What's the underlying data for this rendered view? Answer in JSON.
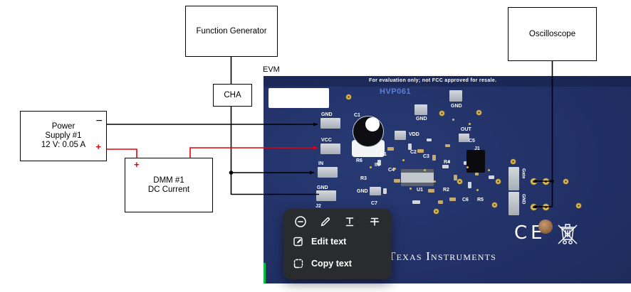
{
  "diagram": {
    "evm_label": "EVM",
    "function_generator": "Function Generator",
    "cha": "CHA",
    "power_supply": {
      "name_line1": "Power",
      "name_line2": "Supply #1",
      "spec": "12 V: 0.05 A",
      "minus": "−",
      "plus": "+"
    },
    "dmm": {
      "name": "DMM #1",
      "mode": "DC Current",
      "plus": "+"
    },
    "oscilloscope": "Oscilloscope"
  },
  "board": {
    "warning": "For evaluation only; not FCC approved for resale.",
    "model": "HVP061",
    "logo": "Texas Instruments",
    "ce_mark": "CE",
    "silkscreen": [
      "GND",
      "VCC",
      "IN",
      "GND",
      "J2",
      "C1",
      "R6",
      "IN",
      "R3",
      "GND",
      "C7",
      "R1",
      "C4",
      "C2",
      "C3",
      "VDD",
      "GND",
      "GND",
      "OUT",
      "C5",
      "J1",
      "R4",
      "R2",
      "U1",
      "C6",
      "R5",
      "Gate",
      "GND"
    ]
  },
  "menu": {
    "toolbar_icons": [
      "circle-minus",
      "pen",
      "text-underline",
      "text-strikethrough"
    ],
    "items": [
      {
        "icon": "edit-box",
        "label": "Edit text"
      },
      {
        "icon": "copy-selection",
        "label": "Copy text"
      }
    ]
  },
  "colors": {
    "board_navy": "#202e62",
    "wire_red": "#e8000d",
    "wire_black": "#000000",
    "silkscreen_white": "#ffffff",
    "model_label_blue": "#5b7fd4",
    "via_gold": "#d9b84e",
    "green_strip": "#00c040",
    "menu_bg": "#2a2b2e"
  }
}
